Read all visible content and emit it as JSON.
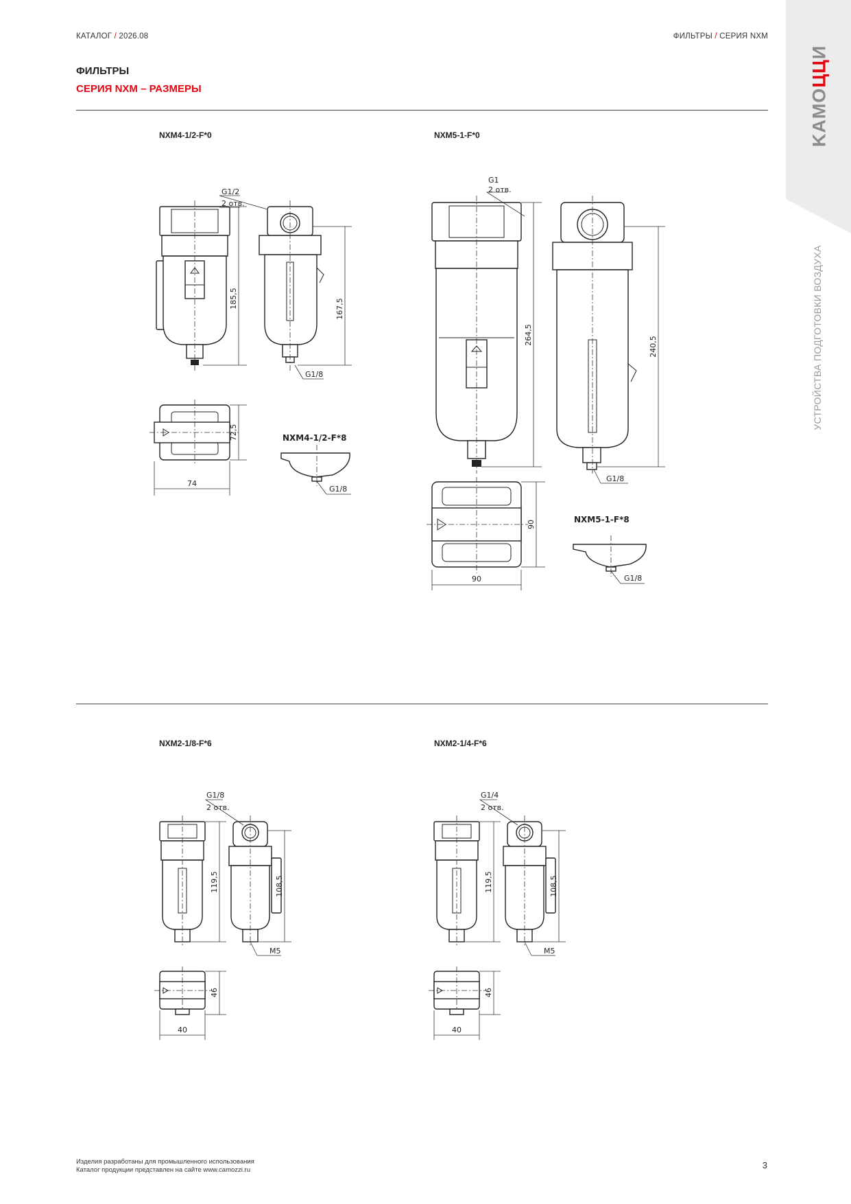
{
  "header": {
    "left_main": "КАТАЛОГ",
    "left_sep": "/",
    "left_rest": "2026.08",
    "right_main": "ФИЛЬТРЫ",
    "right_sep": "/",
    "right_rest": "СЕРИЯ NXM"
  },
  "title": "ФИЛЬТРЫ",
  "subtitle": "СЕРИЯ NXM – РАЗМЕРЫ",
  "sidebar": {
    "logo_a": "KAMO",
    "logo_dot": "ЦЦ",
    "logo_b": "И",
    "section_label": "УСТРОЙСТВА ПОДГОТОВКИ ВОЗДУХА"
  },
  "colors": {
    "accent": "#e30613",
    "sidebar_bg": "#ececec",
    "line": "#222222"
  },
  "drawings": {
    "nxm4": {
      "title": "NXM4-1/2-F*0",
      "port": "G1/2",
      "holes": "2 отв.",
      "height_a": "185,5",
      "height_b": "167,5",
      "drain": "G1/8",
      "depth": "72,5",
      "width": "74",
      "variant_title": "NXM4-1/2-F*8",
      "variant_drain": "G1/8"
    },
    "nxm5": {
      "title": "NXM5-1-F*0",
      "port": "G1",
      "holes": "2 отв.",
      "height_a": "264,5",
      "height_b": "240,5",
      "drain": "G1/8",
      "depth": "90",
      "width": "90",
      "variant_title": "NXM5-1-F*8",
      "variant_drain": "G1/8"
    },
    "nxm2_18": {
      "title": "NXM2-1/8-F*6",
      "port": "G1/8",
      "holes": "2 отв.",
      "height_a": "119,5",
      "height_b": "108,5",
      "drain": "M5",
      "depth": "46",
      "width": "40"
    },
    "nxm2_14": {
      "title": "NXM2-1/4-F*6",
      "port": "G1/4",
      "holes": "2 отв.",
      "height_a": "119,5",
      "height_b": "108,5",
      "drain": "M5",
      "depth": "46",
      "width": "40"
    }
  },
  "footer": {
    "line1": "Изделия разработаны для промышленного использования",
    "line2": "Каталог продукции представлен на сайте www.camozzi.ru"
  },
  "page_number": "3"
}
